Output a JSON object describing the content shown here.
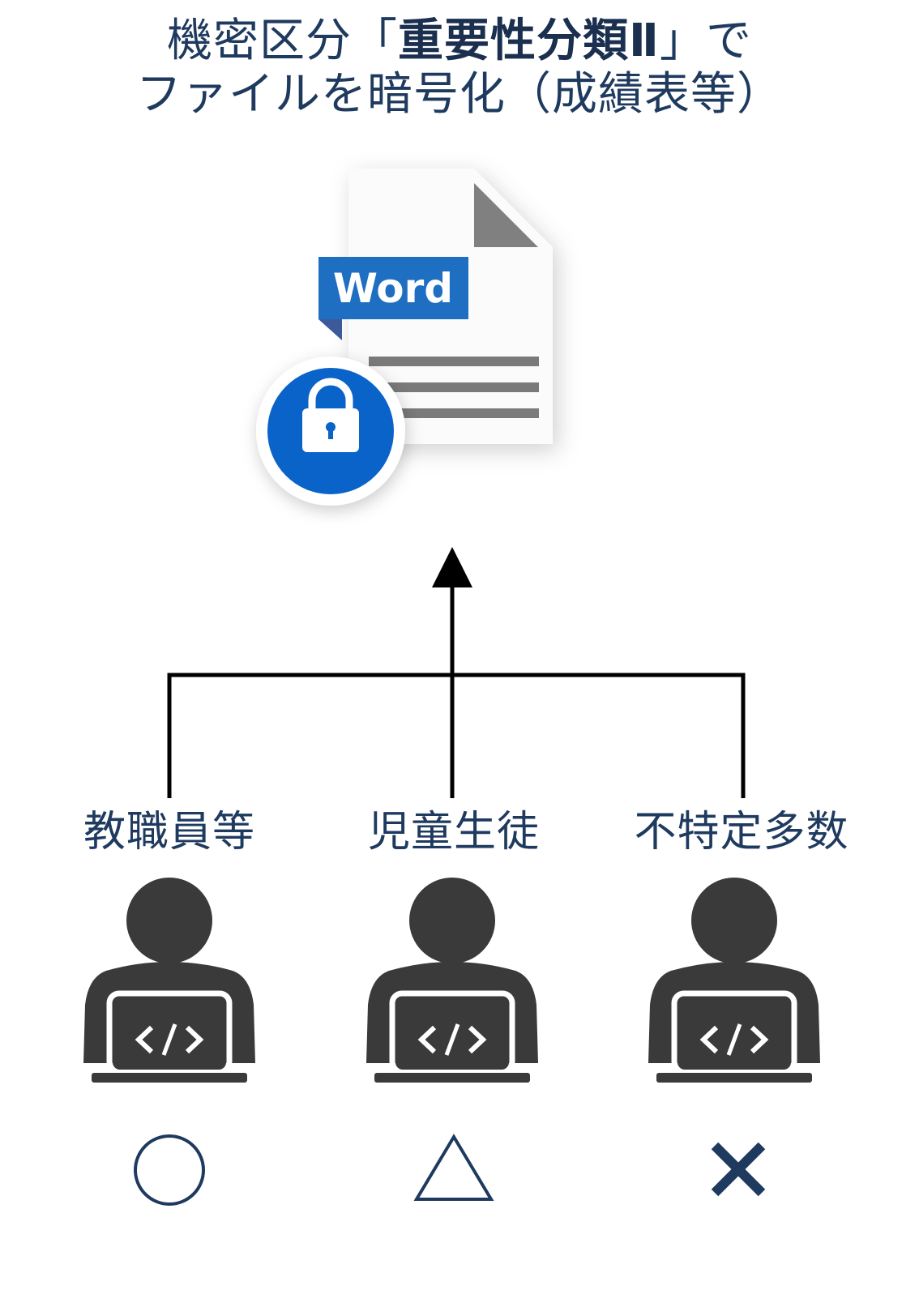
{
  "title": {
    "line1_prefix": "機密区分「",
    "line1_strong": "重要性分類Ⅱ",
    "line1_suffix": "」で",
    "line2": "ファイルを暗号化（成績表等）"
  },
  "file": {
    "badge_label": "Word",
    "icons": [
      "word-document-icon",
      "lock-icon"
    ],
    "colors": {
      "badge": "#1e6fc2",
      "lock_circle": "#0a63c9",
      "fold": "#808080",
      "text_lines": "#7a7a7a"
    }
  },
  "groups": [
    {
      "label": "教職員等",
      "mark": "○",
      "mark_icon": "circle-mark-icon"
    },
    {
      "label": "児童生徒",
      "mark": "△",
      "mark_icon": "triangle-mark-icon"
    },
    {
      "label": "不特定多数",
      "mark": "×",
      "mark_icon": "cross-mark-icon"
    }
  ],
  "colors": {
    "text": "#1f3a5f",
    "person": "#3a3a3a",
    "connector": "#000000"
  }
}
